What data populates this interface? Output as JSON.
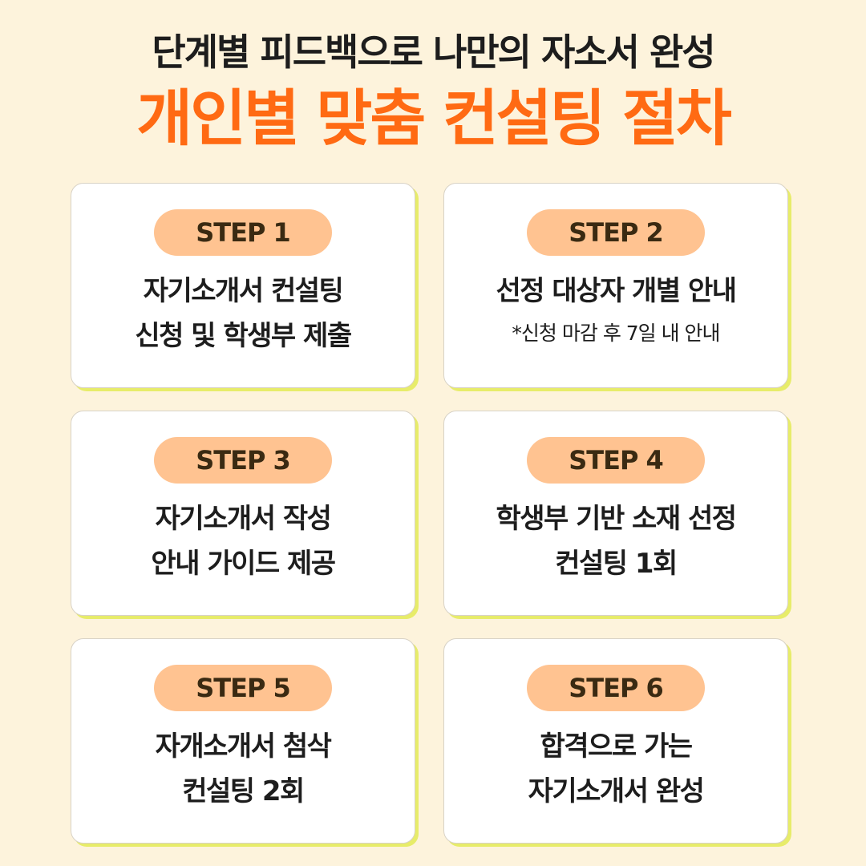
{
  "header": {
    "subtitle": "단계별 피드백으로 나만의 자소서 완성",
    "title": "개인별 맞춤 컨설팅 절차"
  },
  "steps": [
    {
      "badge": "STEP 1",
      "line1": "자기소개서 컨설팅",
      "line2": "신청 및 학생부 제출",
      "note": ""
    },
    {
      "badge": "STEP 2",
      "line1": "선정 대상자 개별 안내",
      "line2": "",
      "note": "*신청 마감 후 7일 내 안내"
    },
    {
      "badge": "STEP 3",
      "line1": "자기소개서 작성",
      "line2": "안내 가이드 제공",
      "note": ""
    },
    {
      "badge": "STEP 4",
      "line1": "학생부 기반 소재 선정",
      "line2": "컨설팅 1회",
      "note": ""
    },
    {
      "badge": "STEP 5",
      "line1": "자개소개서 첨삭",
      "line2": "컨설팅 2회",
      "note": ""
    },
    {
      "badge": "STEP 6",
      "line1": "합격으로 가는",
      "line2": "자기소개서 완성",
      "note": ""
    }
  ],
  "colors": {
    "background": "#fdf3dc",
    "title_accent": "#ff6a13",
    "badge_fill": "#ffc391",
    "card_shadow": "#e7ec6a"
  }
}
